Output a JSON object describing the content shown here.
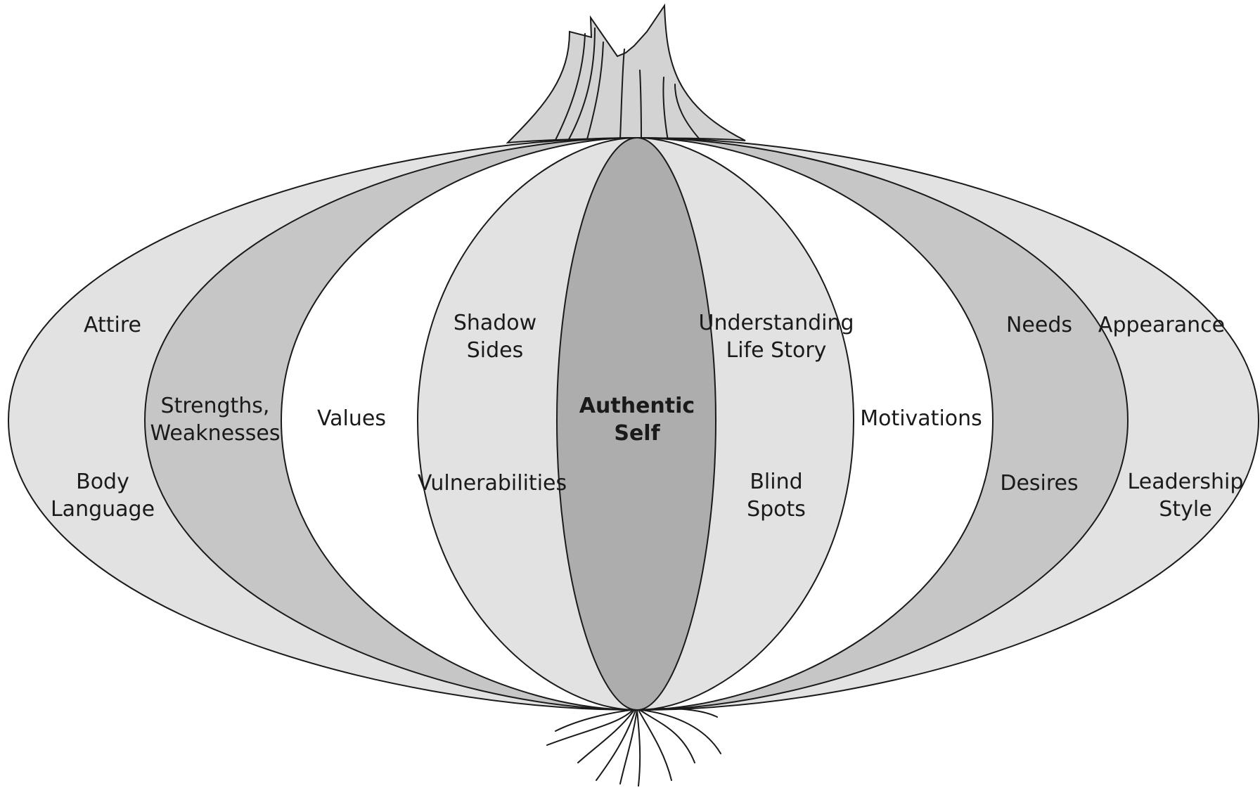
{
  "colors": {
    "outer": "#e2e2e2",
    "second": "#c6c6c6",
    "white": "#ffffff",
    "inner": "#e2e2e2",
    "core": "#adadad",
    "stem": "#d3d3d3",
    "line": "#1a1a1a"
  },
  "labels": {
    "attire": "Attire",
    "body_language_1": "Body",
    "body_language_2": "Language",
    "strengths_1": "Strengths,",
    "strengths_2": "Weaknesses",
    "values": "Values",
    "shadow_1": "Shadow",
    "shadow_2": "Sides",
    "vulnerabilities": "Vulnerabilities",
    "core_1": "Authentic",
    "core_2": "Self",
    "understanding_1": "Understanding",
    "understanding_2": "Life Story",
    "blind_1": "Blind",
    "blind_2": "Spots",
    "motivations": "Motivations",
    "needs": "Needs",
    "desires": "Desires",
    "appearance": "Appearance",
    "leadership_1": "Leadership",
    "leadership_2": "Style"
  }
}
